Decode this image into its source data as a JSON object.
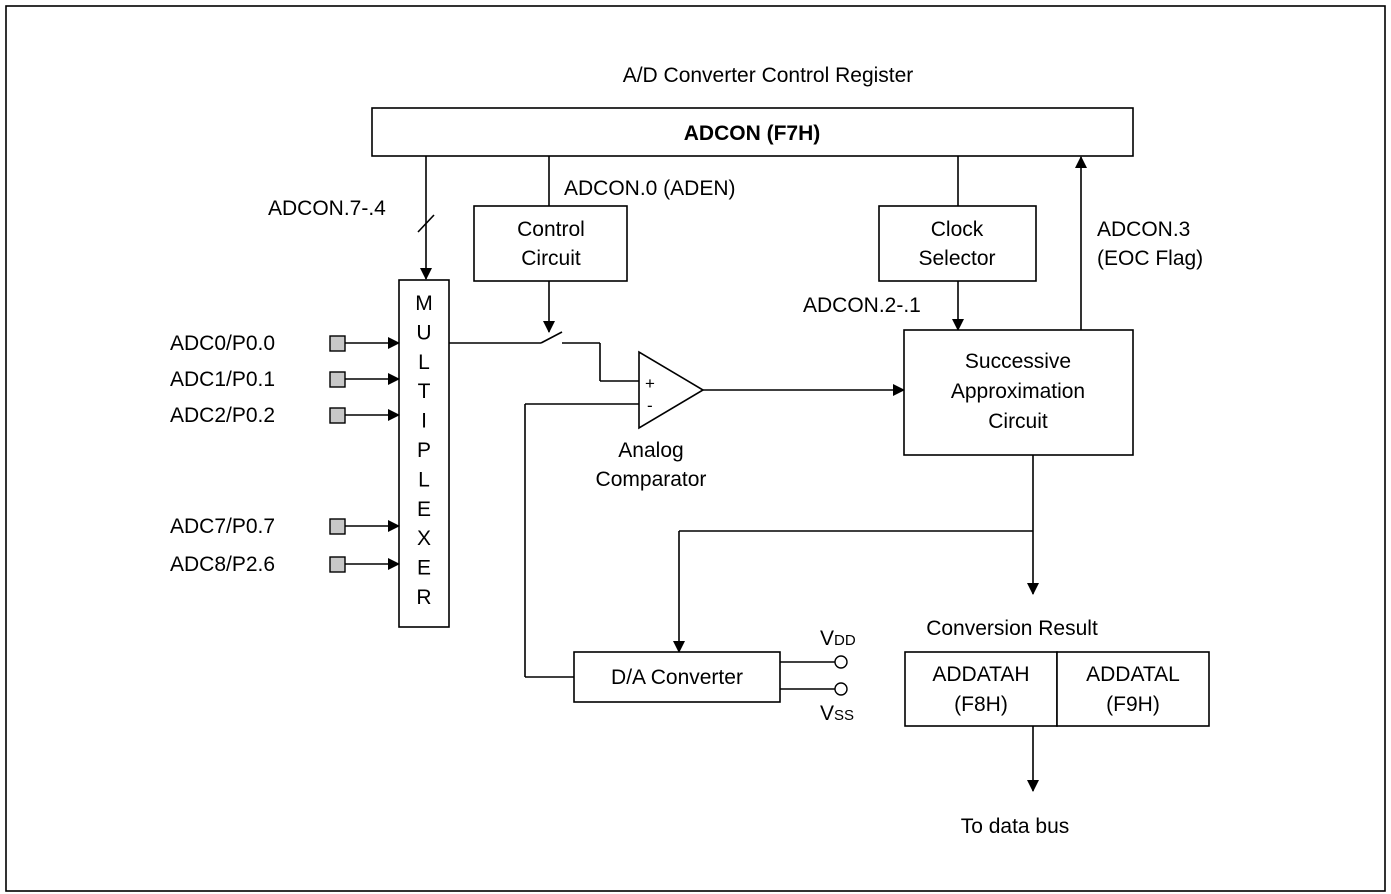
{
  "register_title": "A/D Converter Control Register",
  "adcon": "ADCON (F7H)",
  "adcon_7_4": "ADCON.7-.4",
  "adcon_0": "ADCON.0 (ADEN)",
  "adcon_2_1": "ADCON.2-.1",
  "adcon_3": [
    "ADCON.3",
    "(EOC Flag)"
  ],
  "control_circuit": [
    "Control",
    "Circuit"
  ],
  "clock_selector": [
    "Clock",
    "Selector"
  ],
  "multiplexer_letters": [
    "M",
    "U",
    "L",
    "T",
    "I",
    "P",
    "L",
    "E",
    "X",
    "E",
    "R"
  ],
  "inputs": [
    "ADC0/P0.0",
    "ADC1/P0.1",
    "ADC2/P0.2",
    "ADC7/P0.7",
    "ADC8/P2.6"
  ],
  "comparator_plus": "+",
  "comparator_minus": "-",
  "analog_comparator": [
    "Analog",
    "Comparator"
  ],
  "sar": [
    "Successive",
    "Approximation",
    "Circuit"
  ],
  "dac": "D/A Converter",
  "vdd": {
    "main": "V",
    "sub": "DD"
  },
  "vss": {
    "main": "V",
    "sub": "SS"
  },
  "conversion_result": "Conversion Result",
  "addatah": [
    "ADDATAH",
    "(F8H)"
  ],
  "addatal": [
    "ADDATAL",
    "(F9H)"
  ],
  "data_bus": "To data bus"
}
